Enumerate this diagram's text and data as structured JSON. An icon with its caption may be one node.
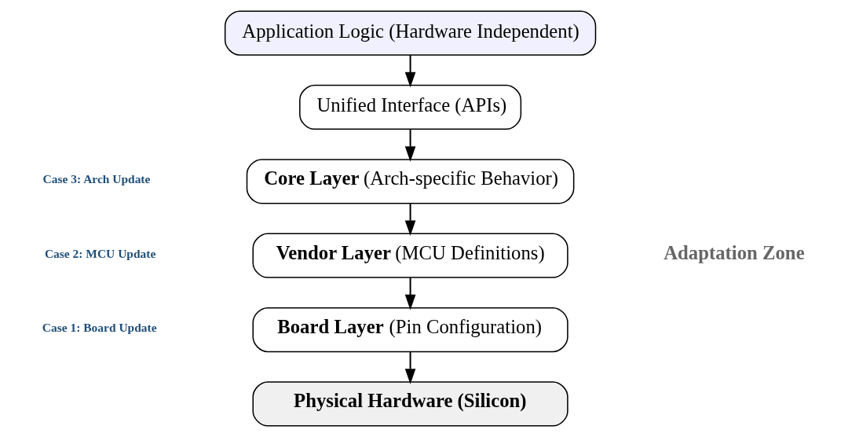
{
  "diagram": {
    "nodes": [
      {
        "text": [
          "Application Logic (Hardware Independent)"
        ]
      },
      {
        "text": [
          "Unified Interface (APIs)"
        ]
      },
      {
        "text": [
          "**Core Layer** (Arch-specific Behavior)"
        ]
      },
      {
        "text": [
          "**Vendor Layer** (MCU Definitions)"
        ]
      },
      {
        "text": [
          "**Board Layer** (Pin Configuration)"
        ]
      },
      {
        "text": [
          "Physical Hardware (Silicon)"
        ]
      }
    ],
    "edges": [
      {
        "from": 0,
        "to": 1,
        "arrow": "to"
      },
      {
        "from": 1,
        "to": 2,
        "arrow": "to"
      },
      {
        "from": 2,
        "to": 3,
        "arrow": "to"
      },
      {
        "from": 3,
        "to": 4,
        "arrow": "to"
      },
      {
        "from": 4,
        "to": 5,
        "arrow": "to"
      }
    ],
    "labels": [
      "Case 3: Arch Update",
      "Case 2: MCU Update",
      "Case 1: Board Update",
      "Adaptation Zone"
    ]
  }
}
